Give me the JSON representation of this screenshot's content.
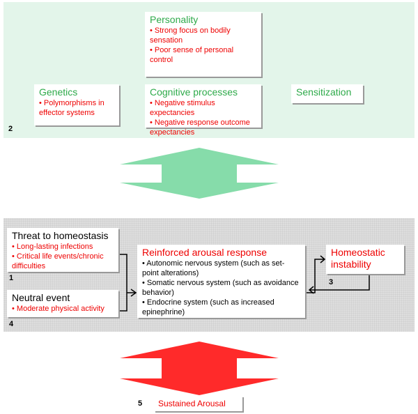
{
  "panel2": {
    "number": "2",
    "personality": {
      "title": "Personality",
      "items": [
        "• Strong focus on bodily sensation",
        "• Poor sense of personal control"
      ]
    },
    "genetics": {
      "title": "Genetics",
      "items": [
        "• Polymorphisms in effector systems"
      ]
    },
    "cognitive": {
      "title": "Cognitive processes",
      "items": [
        "• Negative stimulus expectancies",
        "• Negative response outcome expectancies"
      ]
    },
    "sensitization": {
      "title": "Sensitization"
    }
  },
  "panel1": {
    "threat": {
      "number": "1",
      "title": "Threat to homeostasis",
      "items": [
        "• Long-lasting infections",
        "• Critical life events/chronic difficulties"
      ]
    },
    "neutral": {
      "number": "4",
      "title": "Neutral event",
      "items": [
        "• Moderate physical activity"
      ]
    },
    "reinforced": {
      "title": "Reinforced arousal response",
      "items": [
        "• Autonomic nervous system (such as set-point alterations)",
        "• Somatic nervous system (such as avoidance behavior)",
        "• Endocrine system (such as increased epinephrine)"
      ]
    },
    "homeostatic": {
      "number": "3",
      "title": "Homeostatic instability"
    }
  },
  "sustained": {
    "number": "5",
    "title": "Sustained Arousal"
  },
  "colors": {
    "green_panel": "#e3f5ea",
    "grey_panel": "#dedede",
    "green_arrow": "#86dcaa",
    "red_arrow": "#ff2a2a"
  }
}
